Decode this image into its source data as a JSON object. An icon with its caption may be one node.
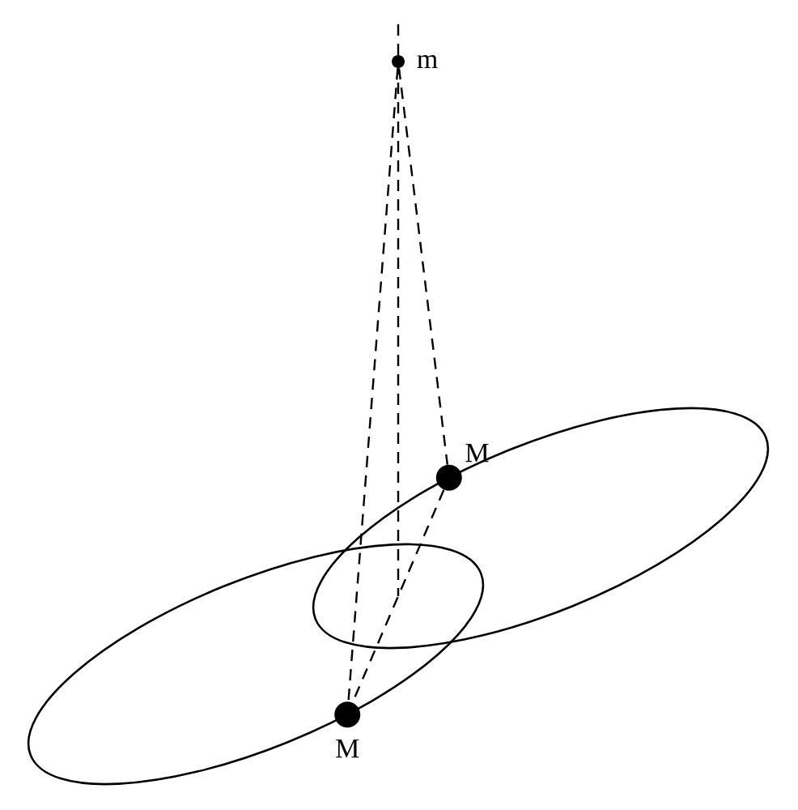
{
  "diagram": {
    "nodes": [
      {
        "text": [],
        "shape": "circle",
        "beside": [
          "m"
        ]
      },
      {
        "text": [],
        "shape": "circle",
        "beside": [
          "M"
        ]
      },
      {
        "text": [],
        "shape": "circle",
        "beside": [
          "M"
        ]
      }
    ],
    "edges": [
      {
        "from": 0,
        "to": 1,
        "arrow": "none",
        "style": "dashed"
      },
      {
        "from": 0,
        "to": 2,
        "arrow": "none",
        "style": "dashed"
      },
      {
        "from": 1,
        "to": 2,
        "arrow": "none",
        "style": "dashed"
      }
    ]
  }
}
